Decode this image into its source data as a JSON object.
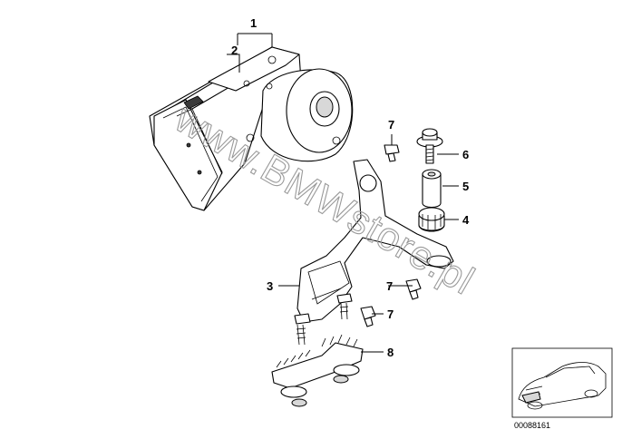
{
  "diagram": {
    "callouts": [
      {
        "id": "c1",
        "label": "1"
      },
      {
        "id": "c2",
        "label": "2"
      },
      {
        "id": "c3",
        "label": "3"
      },
      {
        "id": "c4",
        "label": "4"
      },
      {
        "id": "c5",
        "label": "5"
      },
      {
        "id": "c6",
        "label": "6"
      },
      {
        "id": "c7a",
        "label": "7"
      },
      {
        "id": "c7b",
        "label": "7"
      },
      {
        "id": "c7c",
        "label": "7"
      },
      {
        "id": "c8",
        "label": "8"
      }
    ],
    "watermark": "www.BMWstore.pl",
    "reference_number": "00088161"
  }
}
